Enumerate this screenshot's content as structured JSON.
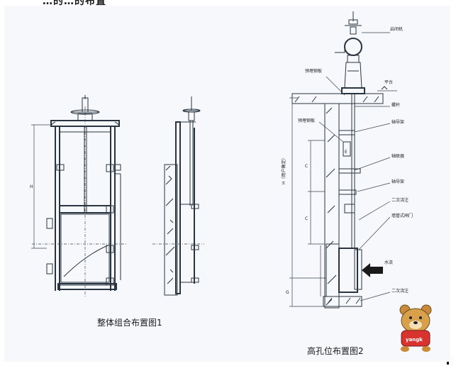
{
  "top_text": "…的…的布置",
  "figure1": {
    "caption": "整体组合布置图1",
    "dim_H": "H"
  },
  "figure2": {
    "caption": "高孔位布置图2",
    "labels": {
      "hoist": "启闭机",
      "platform": "平台",
      "embedded_plate_top": "预埋钢板",
      "screw": "螺杆",
      "guide_bracket_1": "轴导架",
      "embedded_plate_mid": "预埋钢板",
      "coupling": "轴联器",
      "guide_bracket_2": "轴导架",
      "secondary_pour_1": "二次浇注",
      "gate": "墙管式闸门",
      "water_flow": "水流",
      "secondary_pour_2": "二次浇注"
    },
    "dims": {
      "H_total": "H（用户确定）",
      "C1": "C",
      "C2": "C",
      "G": "G",
      "E": "E"
    }
  },
  "logo": {
    "text": "yangk"
  }
}
